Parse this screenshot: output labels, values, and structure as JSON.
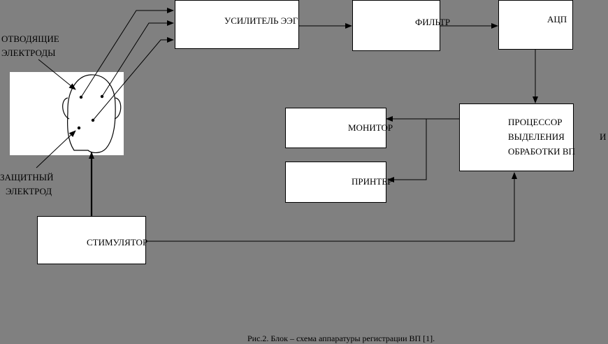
{
  "labels": {
    "electrodes_line1": "ОТВОДЯЩИЕ",
    "electrodes_line2": "ЭЛЕКТРОДЫ",
    "ground_line1": "ЗАЩИТНЫЙ",
    "ground_line2": "ЭЛЕКТРОД"
  },
  "blocks": {
    "amplifier": "УСИЛИТЕЛЬ ЭЭГ",
    "filter": "ФИЛЬТР",
    "adc": "АЦП",
    "processor_line1": "ПРОЦЕССОР",
    "processor_line2a": "ВЫДЕЛЕНИЯ",
    "processor_line2b": "И",
    "processor_line3": "ОБРАБОТКИ ВП",
    "monitor": "МОНИТОР",
    "printer": "ПРИНТЕР",
    "stimulator": "СТИМУЛЯТОР"
  },
  "caption": "Рис.2. Блок – схема аппаратуры регистрации ВП [1].",
  "colors": {
    "background": "#808080",
    "block_fill": "#ffffff",
    "line": "#000000"
  }
}
